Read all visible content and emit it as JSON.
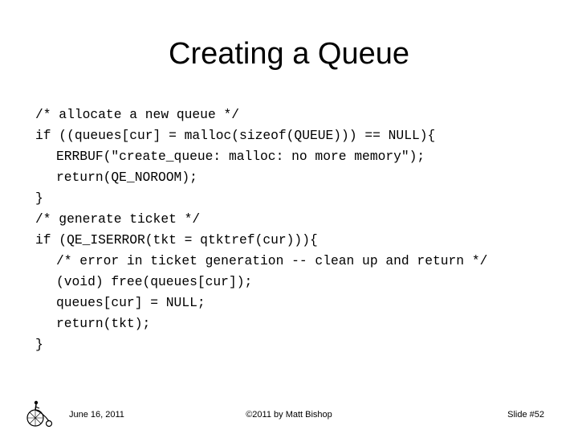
{
  "slide": {
    "title": "Creating a Queue",
    "code": [
      {
        "text": "/* allocate a new queue */",
        "indent": 0
      },
      {
        "text": "if ((queues[cur] = malloc(sizeof(QUEUE))) == NULL){",
        "indent": 0
      },
      {
        "text": "ERRBUF(\"create_queue: malloc: no more memory\");",
        "indent": 1
      },
      {
        "text": "return(QE_NOROOM);",
        "indent": 1
      },
      {
        "text": "}",
        "indent": 0
      },
      {
        "text": "/* generate ticket */",
        "indent": 0
      },
      {
        "text": "if (QE_ISERROR(tkt = qtktref(cur))){",
        "indent": 0
      },
      {
        "text": "/* error in ticket generation -- clean up and return */",
        "indent": 1
      },
      {
        "text": "(void) free(queues[cur]);",
        "indent": 1
      },
      {
        "text": "queues[cur] = NULL;",
        "indent": 1
      },
      {
        "text": "return(tkt);",
        "indent": 1
      },
      {
        "text": "}",
        "indent": 0
      }
    ]
  },
  "footer": {
    "date": "June 16, 2011",
    "copyright": "©2011 by Matt Bishop",
    "slide_number": "Slide #52"
  },
  "logo_icon": "penny-farthing-bicycle-icon"
}
